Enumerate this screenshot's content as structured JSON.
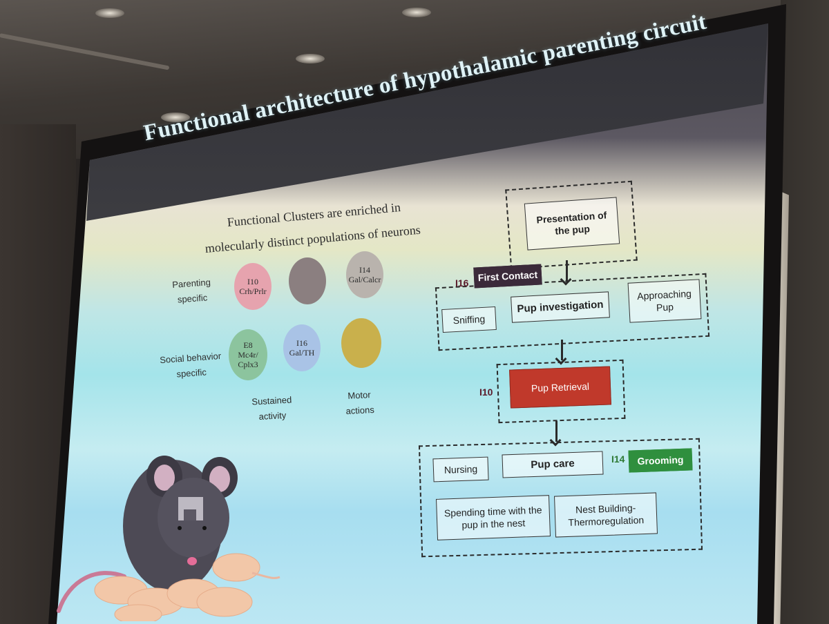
{
  "slide": {
    "title": "Functional architecture of hypothalamic parenting circuit",
    "heading_line1": "Functional Clusters are enriched in",
    "heading_line2": "molecularly distinct populations of neurons",
    "row_labels": {
      "parenting_l1": "Parenting",
      "parenting_l2": "specific",
      "social_l1": "Social behavior",
      "social_l2": "specific"
    },
    "clusters": {
      "i10_l1": "I10",
      "i10_l2": "Crh/Prlr",
      "i14_l1": "I14",
      "i14_l2": "Gal/Calcr",
      "e8_l1": "E8",
      "e8_l2": "Mc4r/",
      "e8_l3": "Cplx3",
      "i16_l1": "I16",
      "i16_l2": "Gal/TH"
    },
    "column_labels": {
      "sustained_l1": "Sustained",
      "sustained_l2": "activity",
      "motor_l1": "Motor",
      "motor_l2": "actions"
    },
    "flow": {
      "presentation_l1": "Presentation of",
      "presentation_l2": "the pup",
      "tag_i16": "I16",
      "first_contact": "First Contact",
      "sniffing": "Sniffing",
      "pup_investigation": "Pup investigation",
      "approaching_l1": "Approaching",
      "approaching_l2": "Pup",
      "tag_i10": "I10",
      "pup_retrieval": "Pup Retrieval",
      "nursing": "Nursing",
      "pup_care": "Pup care",
      "tag_i14": "I14",
      "grooming": "Grooming",
      "spending_l1": "Spending time with the",
      "spending_l2": "pup in the nest",
      "nest_l1": "Nest Building-",
      "nest_l2": "Thermoregulation"
    }
  },
  "colors": {
    "cluster_i10": "#e6a3ae",
    "cluster_parenting_mid": "#8b7f80",
    "cluster_i14": "#b9b3ad",
    "cluster_e8": "#8cc49e",
    "cluster_i16": "#a9c3e6",
    "cluster_motor": "#c9b04c",
    "first_contact_bg": "#3b2a3a",
    "pup_retrieval_bg": "#c0392b",
    "grooming_bg": "#2f8f3e"
  },
  "icons": {
    "mouse": "mother-mouse-illustration",
    "pups": "mouse-pups-illustration"
  }
}
